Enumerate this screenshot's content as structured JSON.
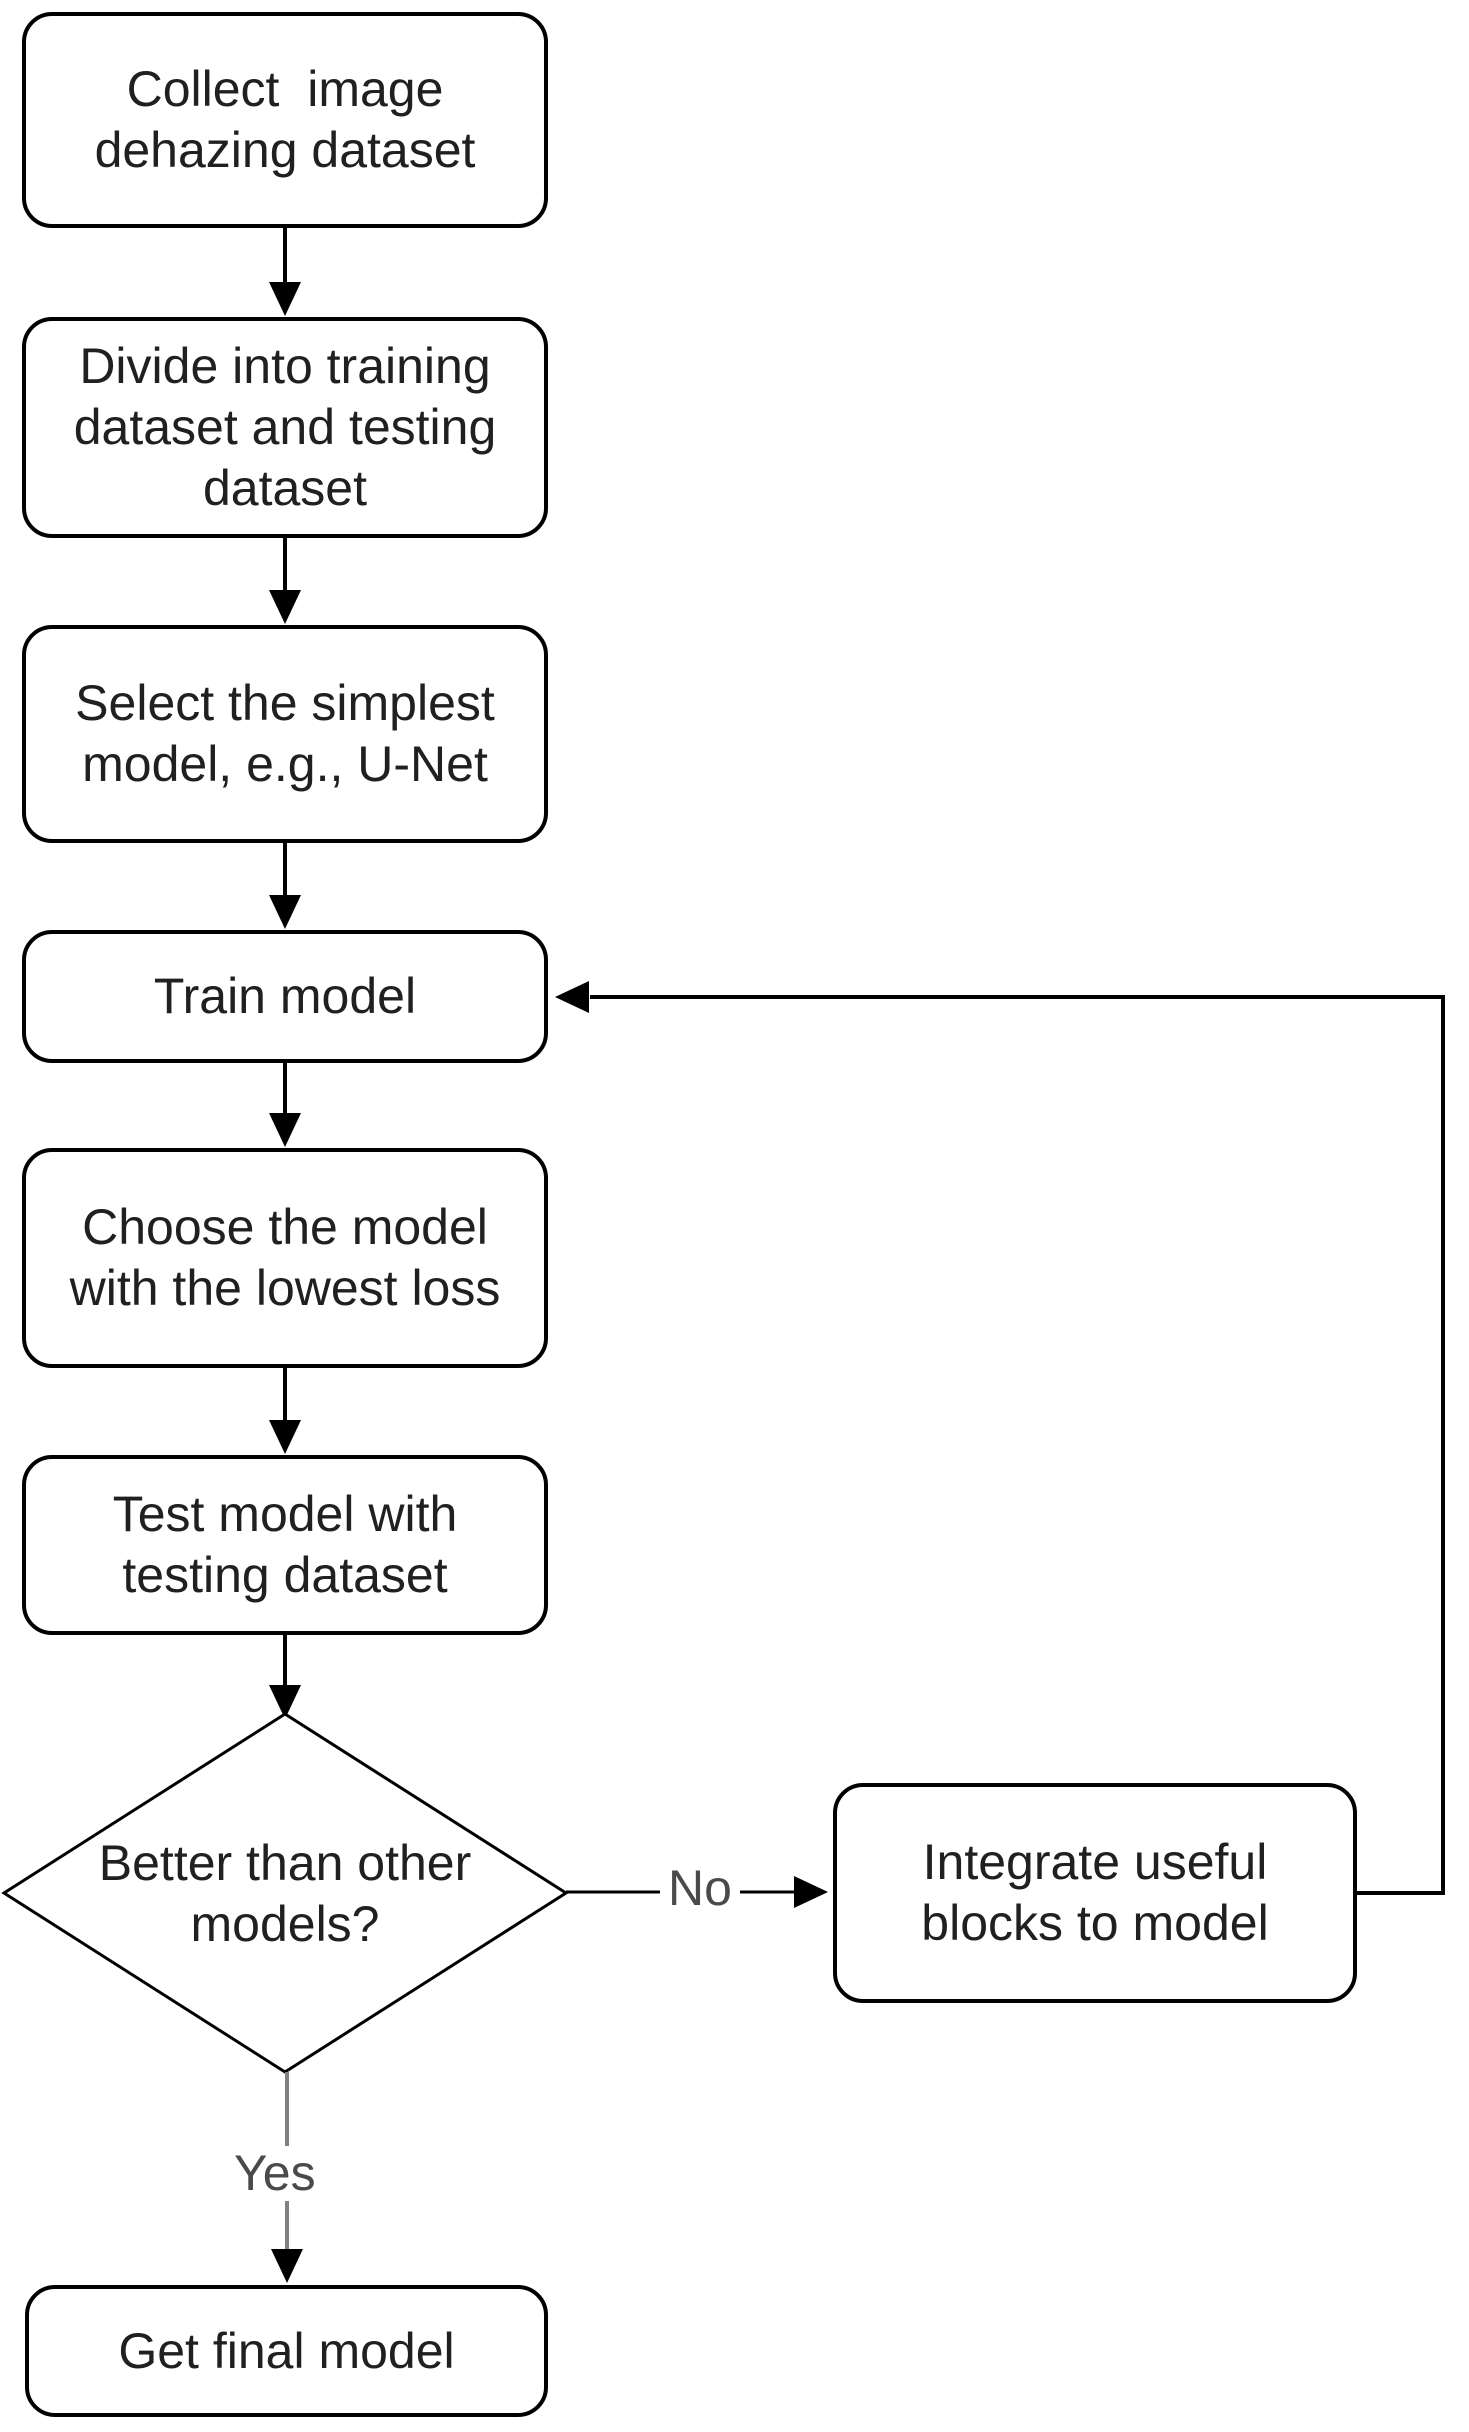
{
  "diagram": {
    "type": "flowchart",
    "background": "#ffffff",
    "nodes": {
      "collect": {
        "label": "Collect  image\ndehazing dataset",
        "shape": "rounded-rectangle"
      },
      "divide": {
        "label": "Divide into training\ndataset and testing\ndataset",
        "shape": "rounded-rectangle"
      },
      "select": {
        "label": "Select the simplest\nmodel, e.g., U-Net",
        "shape": "rounded-rectangle"
      },
      "train": {
        "label": "Train model",
        "shape": "rounded-rectangle"
      },
      "choose": {
        "label": "Choose the model\nwith the lowest loss",
        "shape": "rounded-rectangle"
      },
      "test": {
        "label": "Test model with\ntesting dataset",
        "shape": "rounded-rectangle"
      },
      "decision": {
        "label": "Better than other\nmodels?",
        "shape": "diamond"
      },
      "integrate": {
        "label": "Integrate useful\nblocks to model",
        "shape": "rounded-rectangle"
      },
      "final": {
        "label": "Get final model",
        "shape": "rounded-rectangle"
      }
    },
    "branch_labels": {
      "no": "No",
      "yes": "Yes"
    },
    "edges": [
      {
        "from": "collect",
        "to": "divide"
      },
      {
        "from": "divide",
        "to": "select"
      },
      {
        "from": "select",
        "to": "train"
      },
      {
        "from": "train",
        "to": "choose"
      },
      {
        "from": "choose",
        "to": "test"
      },
      {
        "from": "test",
        "to": "decision"
      },
      {
        "from": "decision",
        "to": "integrate",
        "label": "No"
      },
      {
        "from": "integrate",
        "to": "train"
      },
      {
        "from": "decision",
        "to": "final",
        "label": "Yes"
      }
    ],
    "colors": {
      "node_border": "#000000",
      "node_fill": "#ffffff",
      "node_text": "#202020",
      "connector": "#000000",
      "yes_connector": "#808080",
      "branch_label_text": "#4a4a4a"
    }
  }
}
